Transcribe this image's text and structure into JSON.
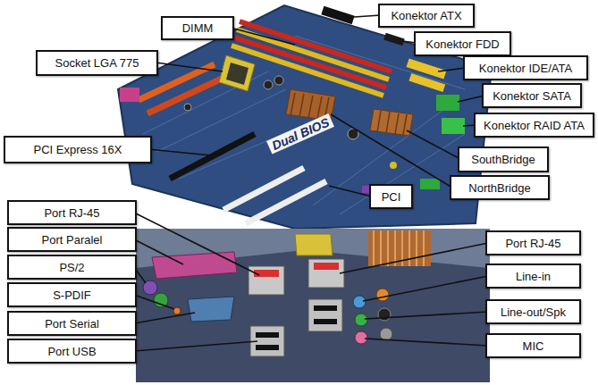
{
  "diagram": {
    "nodes": [
      {
        "text": [
          "Konektor ATX"
        ]
      },
      {
        "text": [
          "DIMM"
        ]
      },
      {
        "text": [
          "Konektor FDD"
        ]
      },
      {
        "text": [
          "Socket LGA 775"
        ]
      },
      {
        "text": [
          "Konektor IDE/ATA"
        ]
      },
      {
        "text": [
          "Konektor SATA"
        ]
      },
      {
        "text": [
          "Konektor RAID ATA"
        ]
      },
      {
        "text": [
          "PCI Express 16X"
        ]
      },
      {
        "text": [
          "SouthBridge"
        ]
      },
      {
        "text": [
          "NorthBridge"
        ]
      },
      {
        "text": [
          "PCI"
        ]
      },
      {
        "text": [
          "Port RJ-45"
        ]
      },
      {
        "text": [
          "Port Paralel"
        ]
      },
      {
        "text": [
          "Port RJ-45"
        ]
      },
      {
        "text": [
          "PS/2"
        ]
      },
      {
        "text": [
          "Line-in"
        ]
      },
      {
        "text": [
          "S-PDIF"
        ]
      },
      {
        "text": [
          "Line-out/Spk"
        ]
      },
      {
        "text": [
          "Port Serial"
        ]
      },
      {
        "text": [
          "MIC"
        ]
      },
      {
        "text": [
          "Port USB"
        ]
      }
    ],
    "labels": [
      "Dual BIOS"
    ]
  }
}
